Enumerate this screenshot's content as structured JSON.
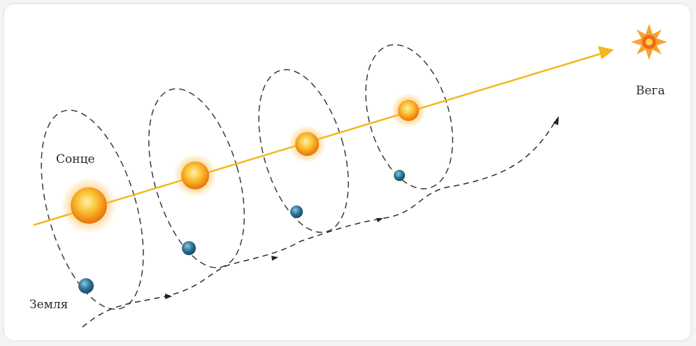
{
  "labels": {
    "sun": "Сонце",
    "earth": "Земля",
    "vega": "Вега"
  },
  "colors": {
    "sun_path": "#f2b81d",
    "orbit": "#333333",
    "earth": "#2d6f8f",
    "sun": "#f6a21b",
    "vega": "#f07a1a"
  }
}
